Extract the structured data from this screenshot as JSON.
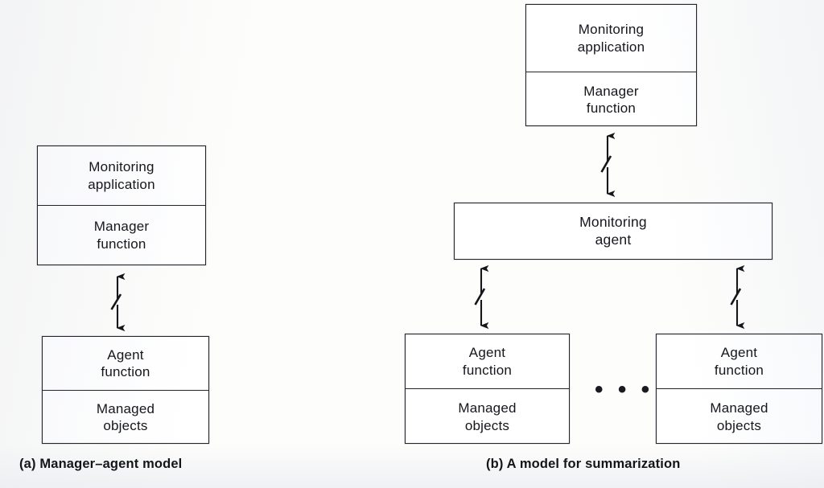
{
  "figure": {
    "background_color": "#fdfdfb",
    "line_color": "#23252c",
    "text_color": "#16171c"
  },
  "panel_a": {
    "caption": "(a) Manager–agent model",
    "manager_stack": {
      "name": "manager-stack",
      "cells": [
        {
          "label": "Monitoring\napplication"
        },
        {
          "label": "Manager\nfunction"
        }
      ]
    },
    "agent_stack": {
      "name": "agent-stack",
      "cells": [
        {
          "label": "Agent\nfunction"
        },
        {
          "label": "Managed\nobjects"
        }
      ]
    },
    "connector": {
      "name": "manager-agent-link",
      "style": "double-headed-zigzag"
    }
  },
  "panel_b": {
    "caption": "(b) A model for summarization",
    "manager_stack": {
      "name": "manager-stack",
      "cells": [
        {
          "label": "Monitoring\napplication"
        },
        {
          "label": "Manager\nfunction"
        }
      ]
    },
    "monitoring_agent": {
      "label": "Monitoring\nagent"
    },
    "agent_stacks": [
      {
        "name": "agent-stack-left",
        "cells": [
          {
            "label": "Agent\nfunction"
          },
          {
            "label": "Managed\nobjects"
          }
        ]
      },
      {
        "name": "agent-stack-right",
        "cells": [
          {
            "label": "Agent\nfunction"
          },
          {
            "label": "Managed\nobjects"
          }
        ]
      }
    ],
    "ellipsis": "• • •",
    "connectors": [
      {
        "name": "manager-to-monitoring-agent-link",
        "style": "double-headed-zigzag"
      },
      {
        "name": "monitoring-agent-to-agent-left-link",
        "style": "double-headed-zigzag"
      },
      {
        "name": "monitoring-agent-to-agent-right-link",
        "style": "double-headed-zigzag"
      }
    ]
  }
}
